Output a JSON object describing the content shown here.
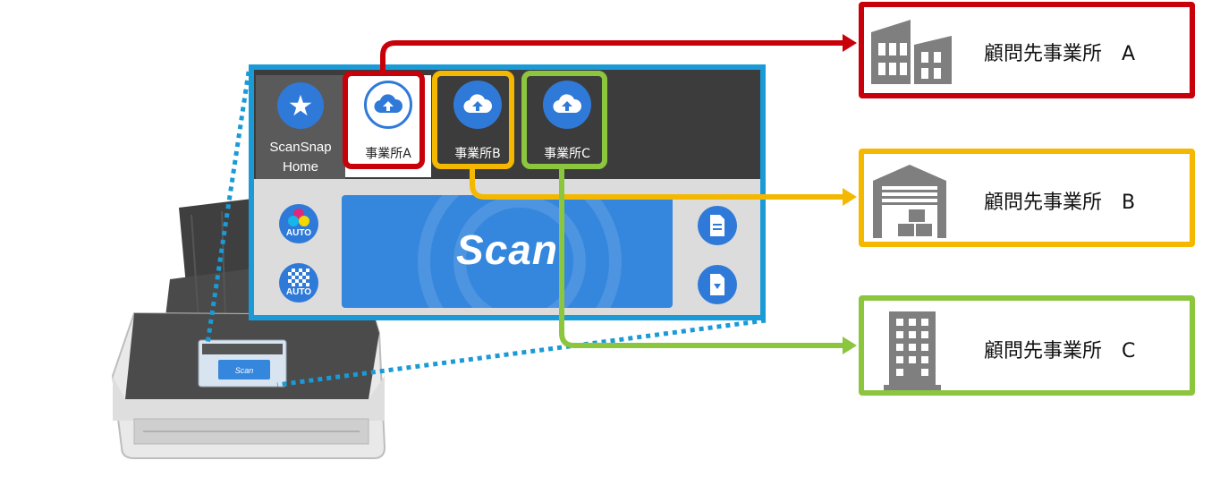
{
  "panel": {
    "home_label_line1": "ScanSnap",
    "home_label_line2": "Home",
    "profiles": [
      {
        "label": "事業所A",
        "color": "#c8000a"
      },
      {
        "label": "事業所B",
        "color": "#f5b800"
      },
      {
        "label": "事業所C",
        "color": "#8cc63f"
      }
    ],
    "auto_label_color": "AUTO",
    "auto_label_size": "AUTO",
    "scan_label": "Scan"
  },
  "destinations": [
    {
      "name": "顧問先事業所　A",
      "color": "#c8000a",
      "icon": "factory-icon"
    },
    {
      "name": "顧問先事業所　B",
      "color": "#f5b800",
      "icon": "warehouse-icon"
    },
    {
      "name": "顧問先事業所　C",
      "color": "#8cc63f",
      "icon": "office-building-icon"
    }
  ],
  "colors": {
    "panel_border": "#1a9ad6",
    "accent_blue": "#2f7ad8",
    "icon_gray": "#7f7f7f"
  }
}
